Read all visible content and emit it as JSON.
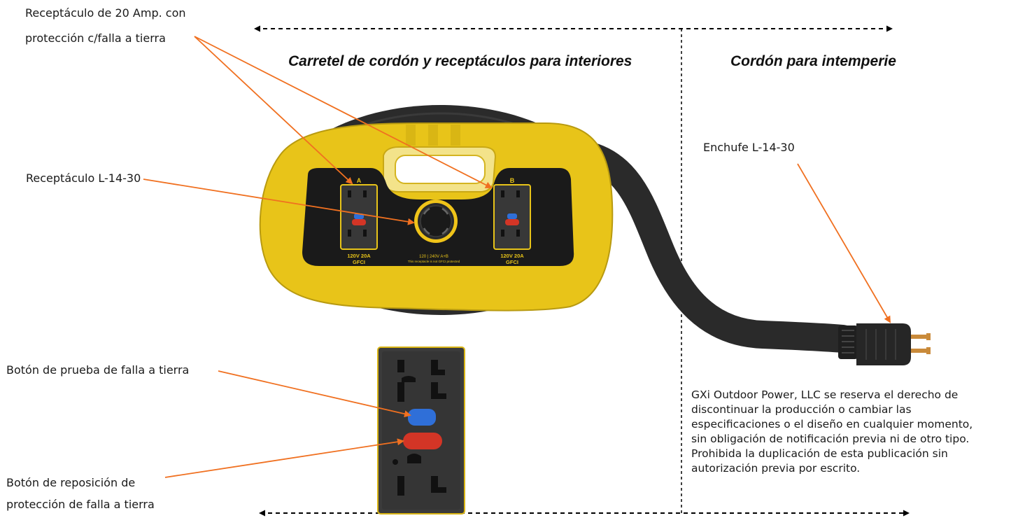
{
  "sections": {
    "indoor_title": "Carretel de cordón y receptáculos para interiores",
    "outdoor_title": "Cordón para intemperie"
  },
  "callouts": {
    "gfci_receptacle_line1": "Receptáculo de 20 Amp. con",
    "gfci_receptacle_line2": "protección c/falla a tierra",
    "l1430_receptacle": "Receptáculo L-14-30",
    "l1430_plug": "Enchufe L-14-30",
    "test_button": "Botón de prueba de falla a tierra",
    "reset_button_line1": "Botón de reposición de",
    "reset_button_line2": "protección de falla a tierra"
  },
  "device": {
    "outlet_a_letter": "A",
    "outlet_b_letter": "B",
    "outlet_rating": "120V 20A",
    "outlet_type": "GFCI",
    "center_rating": "120 | 240V A+B",
    "center_note": "This receptacle is not GFCI protected"
  },
  "disclaimer": [
    "GXi Outdoor Power, LLC se reserva el derecho de",
    "discontinuar la producción o cambiar las",
    "especificaciones o el diseño en cualquier momento,",
    "sin obligación de notificación previa ni de otro tipo.",
    "Prohibida la duplicación de esta publicación sin",
    "autorización previa por escrito."
  ],
  "colors": {
    "accent_arrow": "#f07020",
    "housing_yellow": "#e8c419",
    "panel_black": "#1a1a1a",
    "cord_black": "#2a2a2a",
    "test_button": "#2f6fd8",
    "reset_button": "#d33526"
  }
}
